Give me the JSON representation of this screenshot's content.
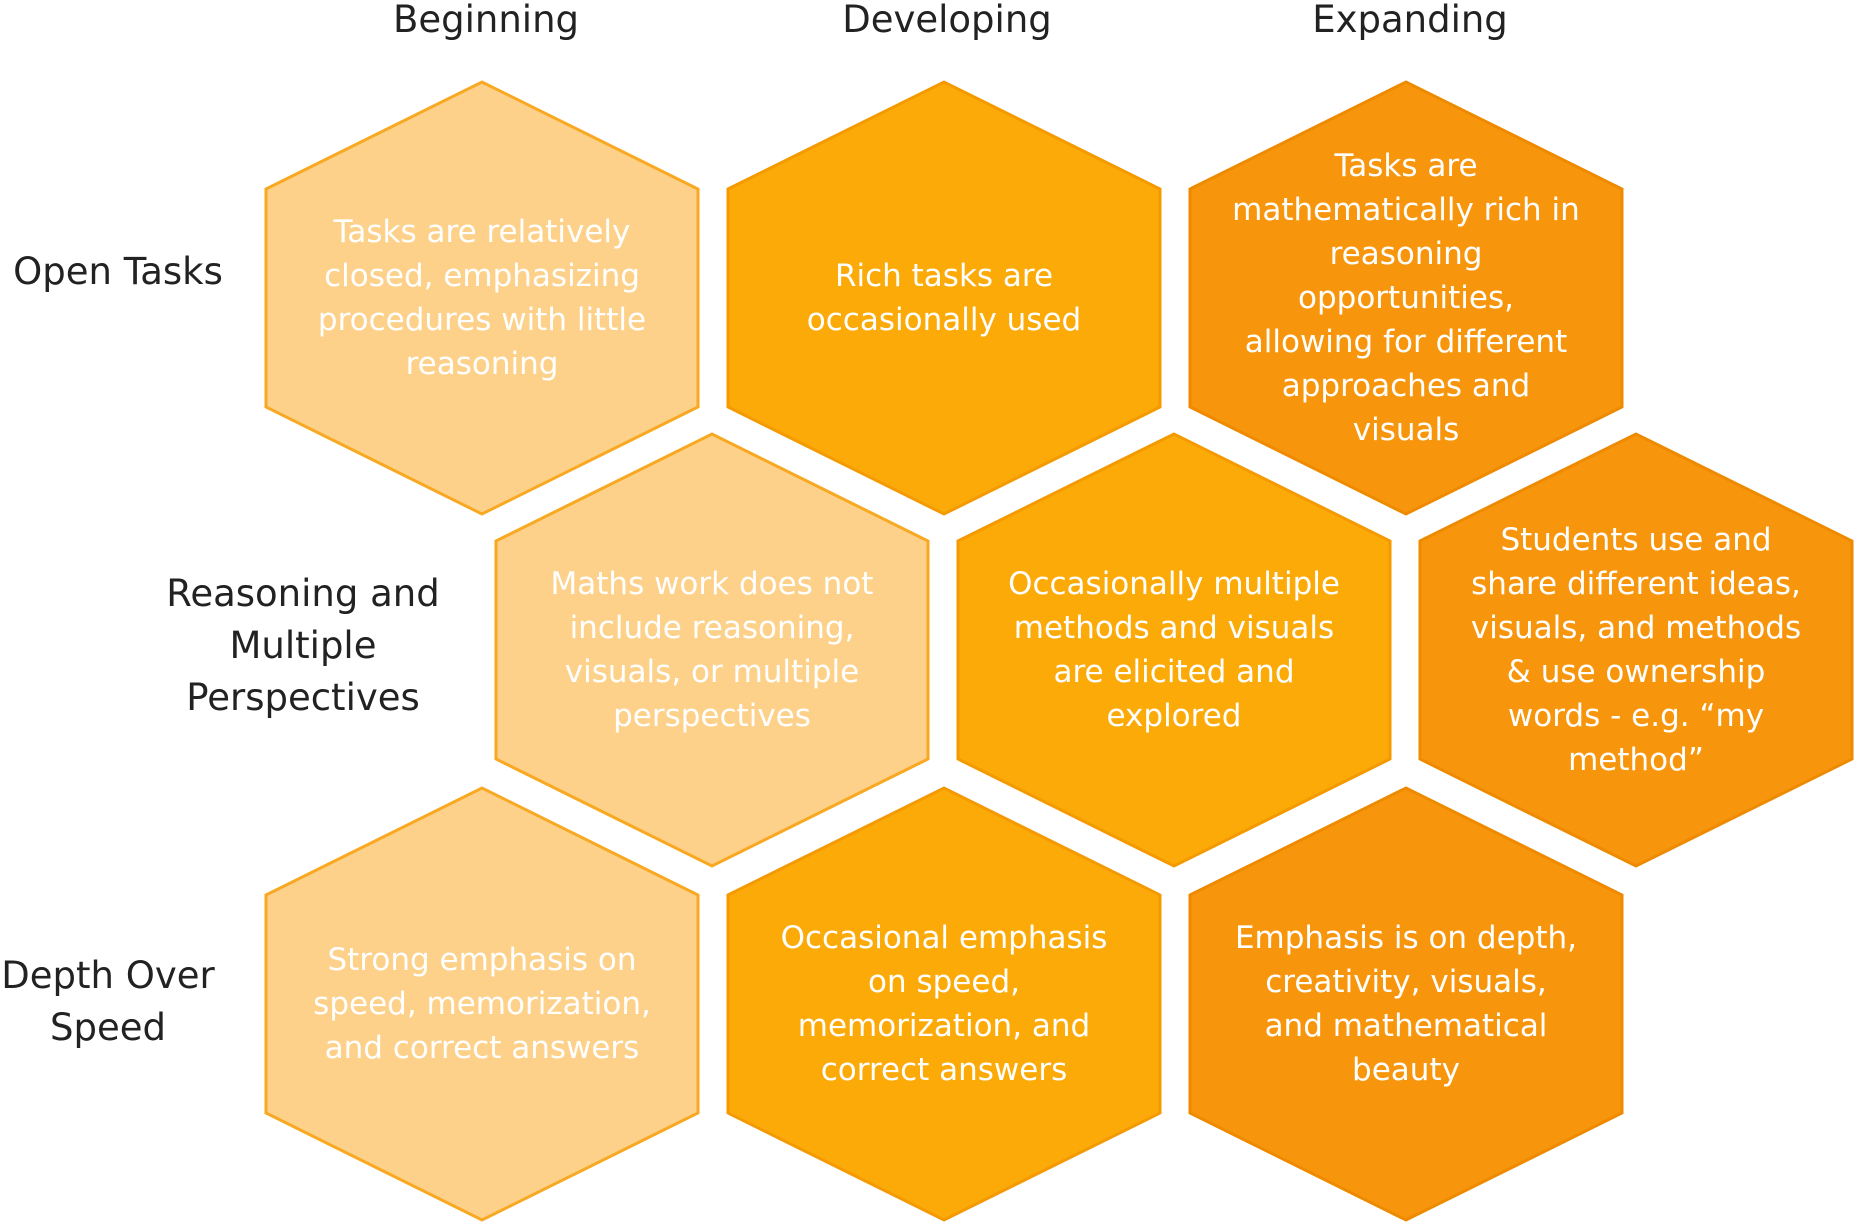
{
  "columns": [
    "Beginning",
    "Developing",
    "Expanding"
  ],
  "rows": [
    {
      "label": "Open Tasks",
      "cells": [
        "Tasks are relatively closed, emphasizing procedures with little reasoning",
        "Rich tasks are occasionally used",
        "Tasks are mathematically rich in reasoning opportunities, allowing for different approaches and visuals"
      ]
    },
    {
      "label": "Reasoning and Multiple Perspectives",
      "cells": [
        "Maths work does not include reasoning, visuals, or multiple perspectives",
        "Occasionally multiple methods and visuals are elicited and explored",
        "Students use and share different ideas, visuals, and methods & use ownership words - e.g. “my method”"
      ]
    },
    {
      "label": "Depth Over Speed",
      "cells": [
        "Strong emphasis on speed, memorization, and correct answers",
        "Occasional emphasis on speed, memorization, and correct answers",
        "Emphasis is on depth, creativity, visuals, and mathematical beauty"
      ]
    }
  ],
  "colors": {
    "beginning_fill": "#FDD18A",
    "beginning_stroke": "#F8A821",
    "developing_fill": "#FBAA07",
    "developing_stroke": "#F49A00",
    "expanding_fill": "#F7960C",
    "expanding_stroke": "#EE8A00",
    "text_dark": "#222222",
    "text_light": "#FFFFFF"
  }
}
